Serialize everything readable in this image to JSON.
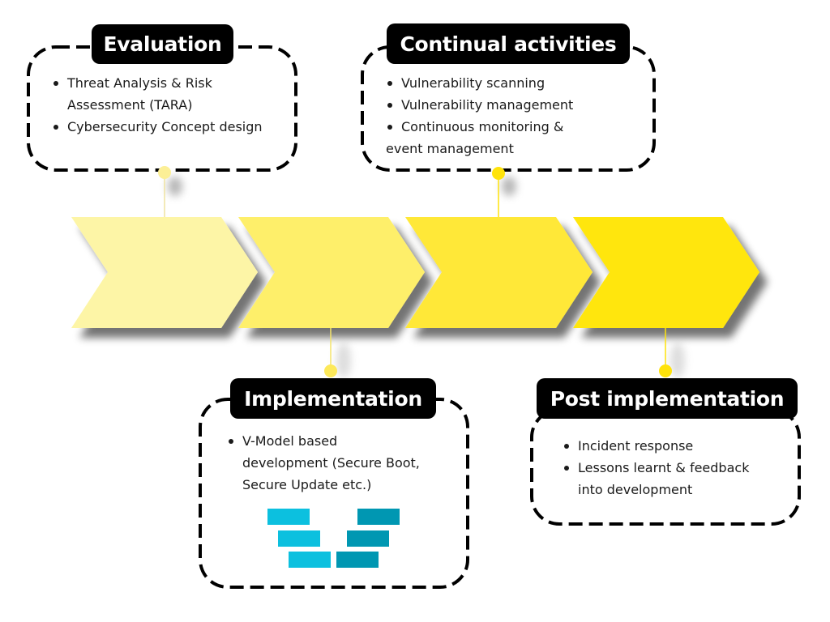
{
  "title": "Automotive cybersecurity lifecycle",
  "colors": {
    "chevron_1": "#fdf5a6",
    "chevron_2": "#feef6a",
    "chevron_3": "#ffe838",
    "chevron_4": "#ffe60a",
    "label_bg": "#000000",
    "label_text": "#ffffff",
    "v_model_left": "#0cc0df",
    "v_model_right": "#0097b2"
  },
  "phases": [
    {
      "id": "evaluation",
      "label": "Evaluation",
      "items": [
        {
          "text": "Threat Analysis & Risk",
          "bullet": true
        },
        {
          "text": "Assessment (TARA)",
          "bullet": false,
          "indent": true
        },
        {
          "text": "Cybersecurity Concept design",
          "bullet": true
        }
      ]
    },
    {
      "id": "implementation",
      "label": "Implementation",
      "items": [
        {
          "text": "V-Model based",
          "bullet": true
        },
        {
          "text": "development (Secure Boot,",
          "bullet": false,
          "indent": true
        },
        {
          "text": "Secure Update etc.)",
          "bullet": false,
          "indent": true
        }
      ]
    },
    {
      "id": "continual",
      "label": "Continual activities",
      "items": [
        {
          "text": "Vulnerability scanning",
          "bullet": true
        },
        {
          "text": "Vulnerability management",
          "bullet": true
        },
        {
          "text": "Continuous monitoring &",
          "bullet": true
        },
        {
          "text": "event management",
          "bullet": false,
          "indent": false
        }
      ]
    },
    {
      "id": "post-implementation",
      "label": "Post implementation",
      "items": [
        {
          "text": "Incident response",
          "bullet": true
        },
        {
          "text": "Lessons learnt & feedback",
          "bullet": true
        },
        {
          "text": "into development",
          "bullet": false,
          "indent": true
        }
      ]
    }
  ],
  "v_model_icon": {
    "name": "v-model-icon",
    "rows": 3
  }
}
